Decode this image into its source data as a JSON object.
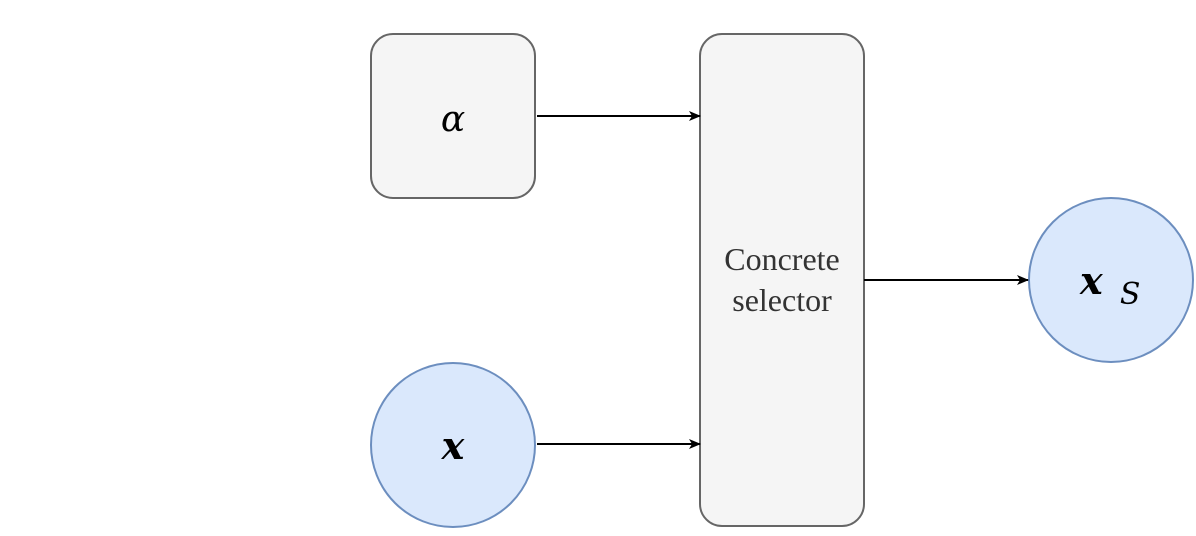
{
  "nodes": {
    "alpha": {
      "label": "α",
      "shape": "rounded-rectangle",
      "fill": "#f5f5f5",
      "stroke": "#666666"
    },
    "x": {
      "label": "x",
      "shape": "circle",
      "fill": "#dae8fc",
      "stroke": "#6c8ebf"
    },
    "selector": {
      "label_line1": "Concrete",
      "label_line2": "selector",
      "shape": "rounded-rectangle",
      "fill": "#f5f5f5",
      "stroke": "#666666"
    },
    "xs": {
      "label_main": "x",
      "label_sub": "S",
      "shape": "circle",
      "fill": "#dae8fc",
      "stroke": "#6c8ebf"
    }
  },
  "edges": [
    {
      "from": "alpha",
      "to": "selector"
    },
    {
      "from": "x",
      "to": "selector"
    },
    {
      "from": "selector",
      "to": "xs"
    }
  ]
}
